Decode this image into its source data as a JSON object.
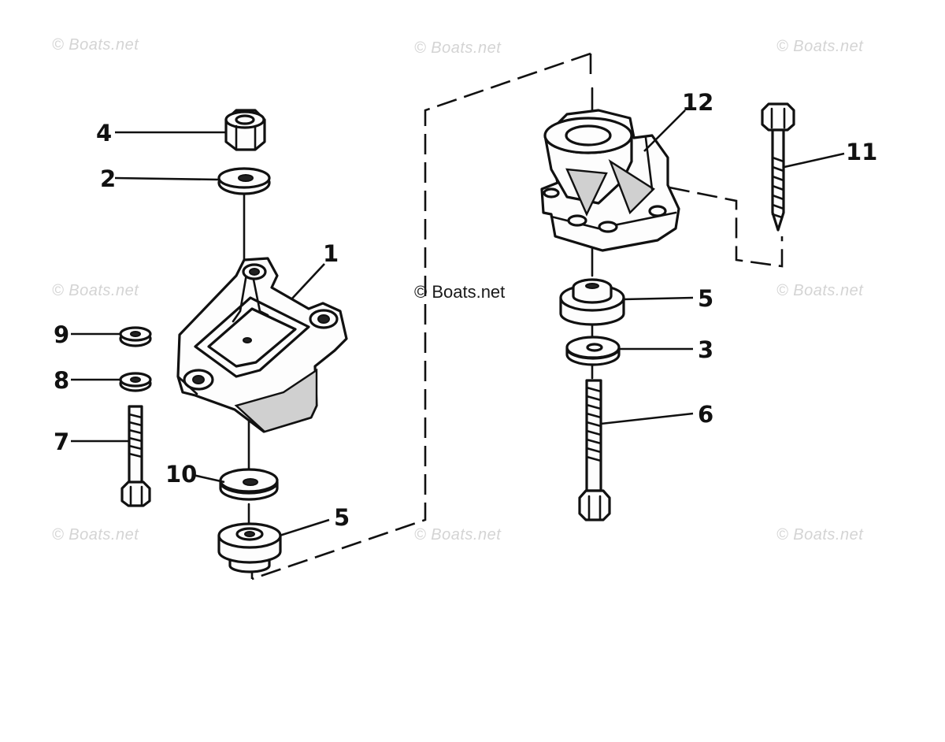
{
  "watermarks": [
    "© Boats.net",
    "© Boats.net",
    "© Boats.net",
    "© Boats.net",
    "© Boats.net",
    "© Boats.net",
    "© Boats.net",
    "© Boats.net"
  ],
  "center_watermark": "© Boats.net",
  "callouts": {
    "c1": "1",
    "c2": "2",
    "c3": "3",
    "c4": "4",
    "c5a": "5",
    "c5b": "5",
    "c6": "6",
    "c7": "7",
    "c8": "8",
    "c9": "9",
    "c10": "10",
    "c11": "11",
    "c12": "12"
  }
}
